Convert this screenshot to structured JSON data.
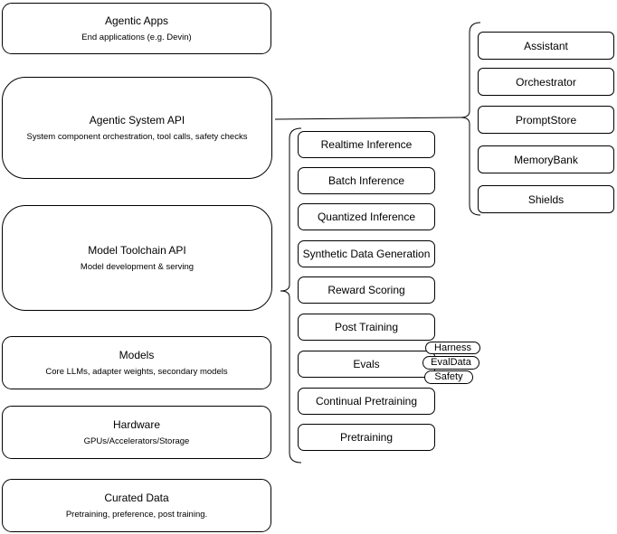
{
  "diagram": {
    "background_color": "#ffffff",
    "stroke_color": "#000000",
    "left_column": {
      "boxes": [
        {
          "title": "Agentic Apps",
          "subtitle": "End applications (e.g. Devin)"
        },
        {
          "title": "Agentic System API",
          "subtitle": "System component orchestration, tool calls, safety checks"
        },
        {
          "title": "Model Toolchain API",
          "subtitle": "Model development & serving"
        },
        {
          "title": "Models",
          "subtitle": "Core LLMs, adapter weights, secondary models"
        },
        {
          "title": "Hardware",
          "subtitle": "GPUs/Accelerators/Storage"
        },
        {
          "title": "Curated Data",
          "subtitle": "Pretraining, preference, post training."
        }
      ]
    },
    "toolchain_group": {
      "items": [
        "Realtime Inference",
        "Batch Inference",
        "Quantized Inference",
        "Synthetic Data Generation",
        "Reward Scoring",
        "Post Training",
        "Evals",
        "Continual Pretraining",
        "Pretraining"
      ],
      "evals_pills": [
        "Harness",
        "EvalData",
        "Safety"
      ]
    },
    "system_group": {
      "items": [
        "Assistant",
        "Orchestrator",
        "PromptStore",
        "MemoryBank",
        "Shields"
      ]
    }
  }
}
